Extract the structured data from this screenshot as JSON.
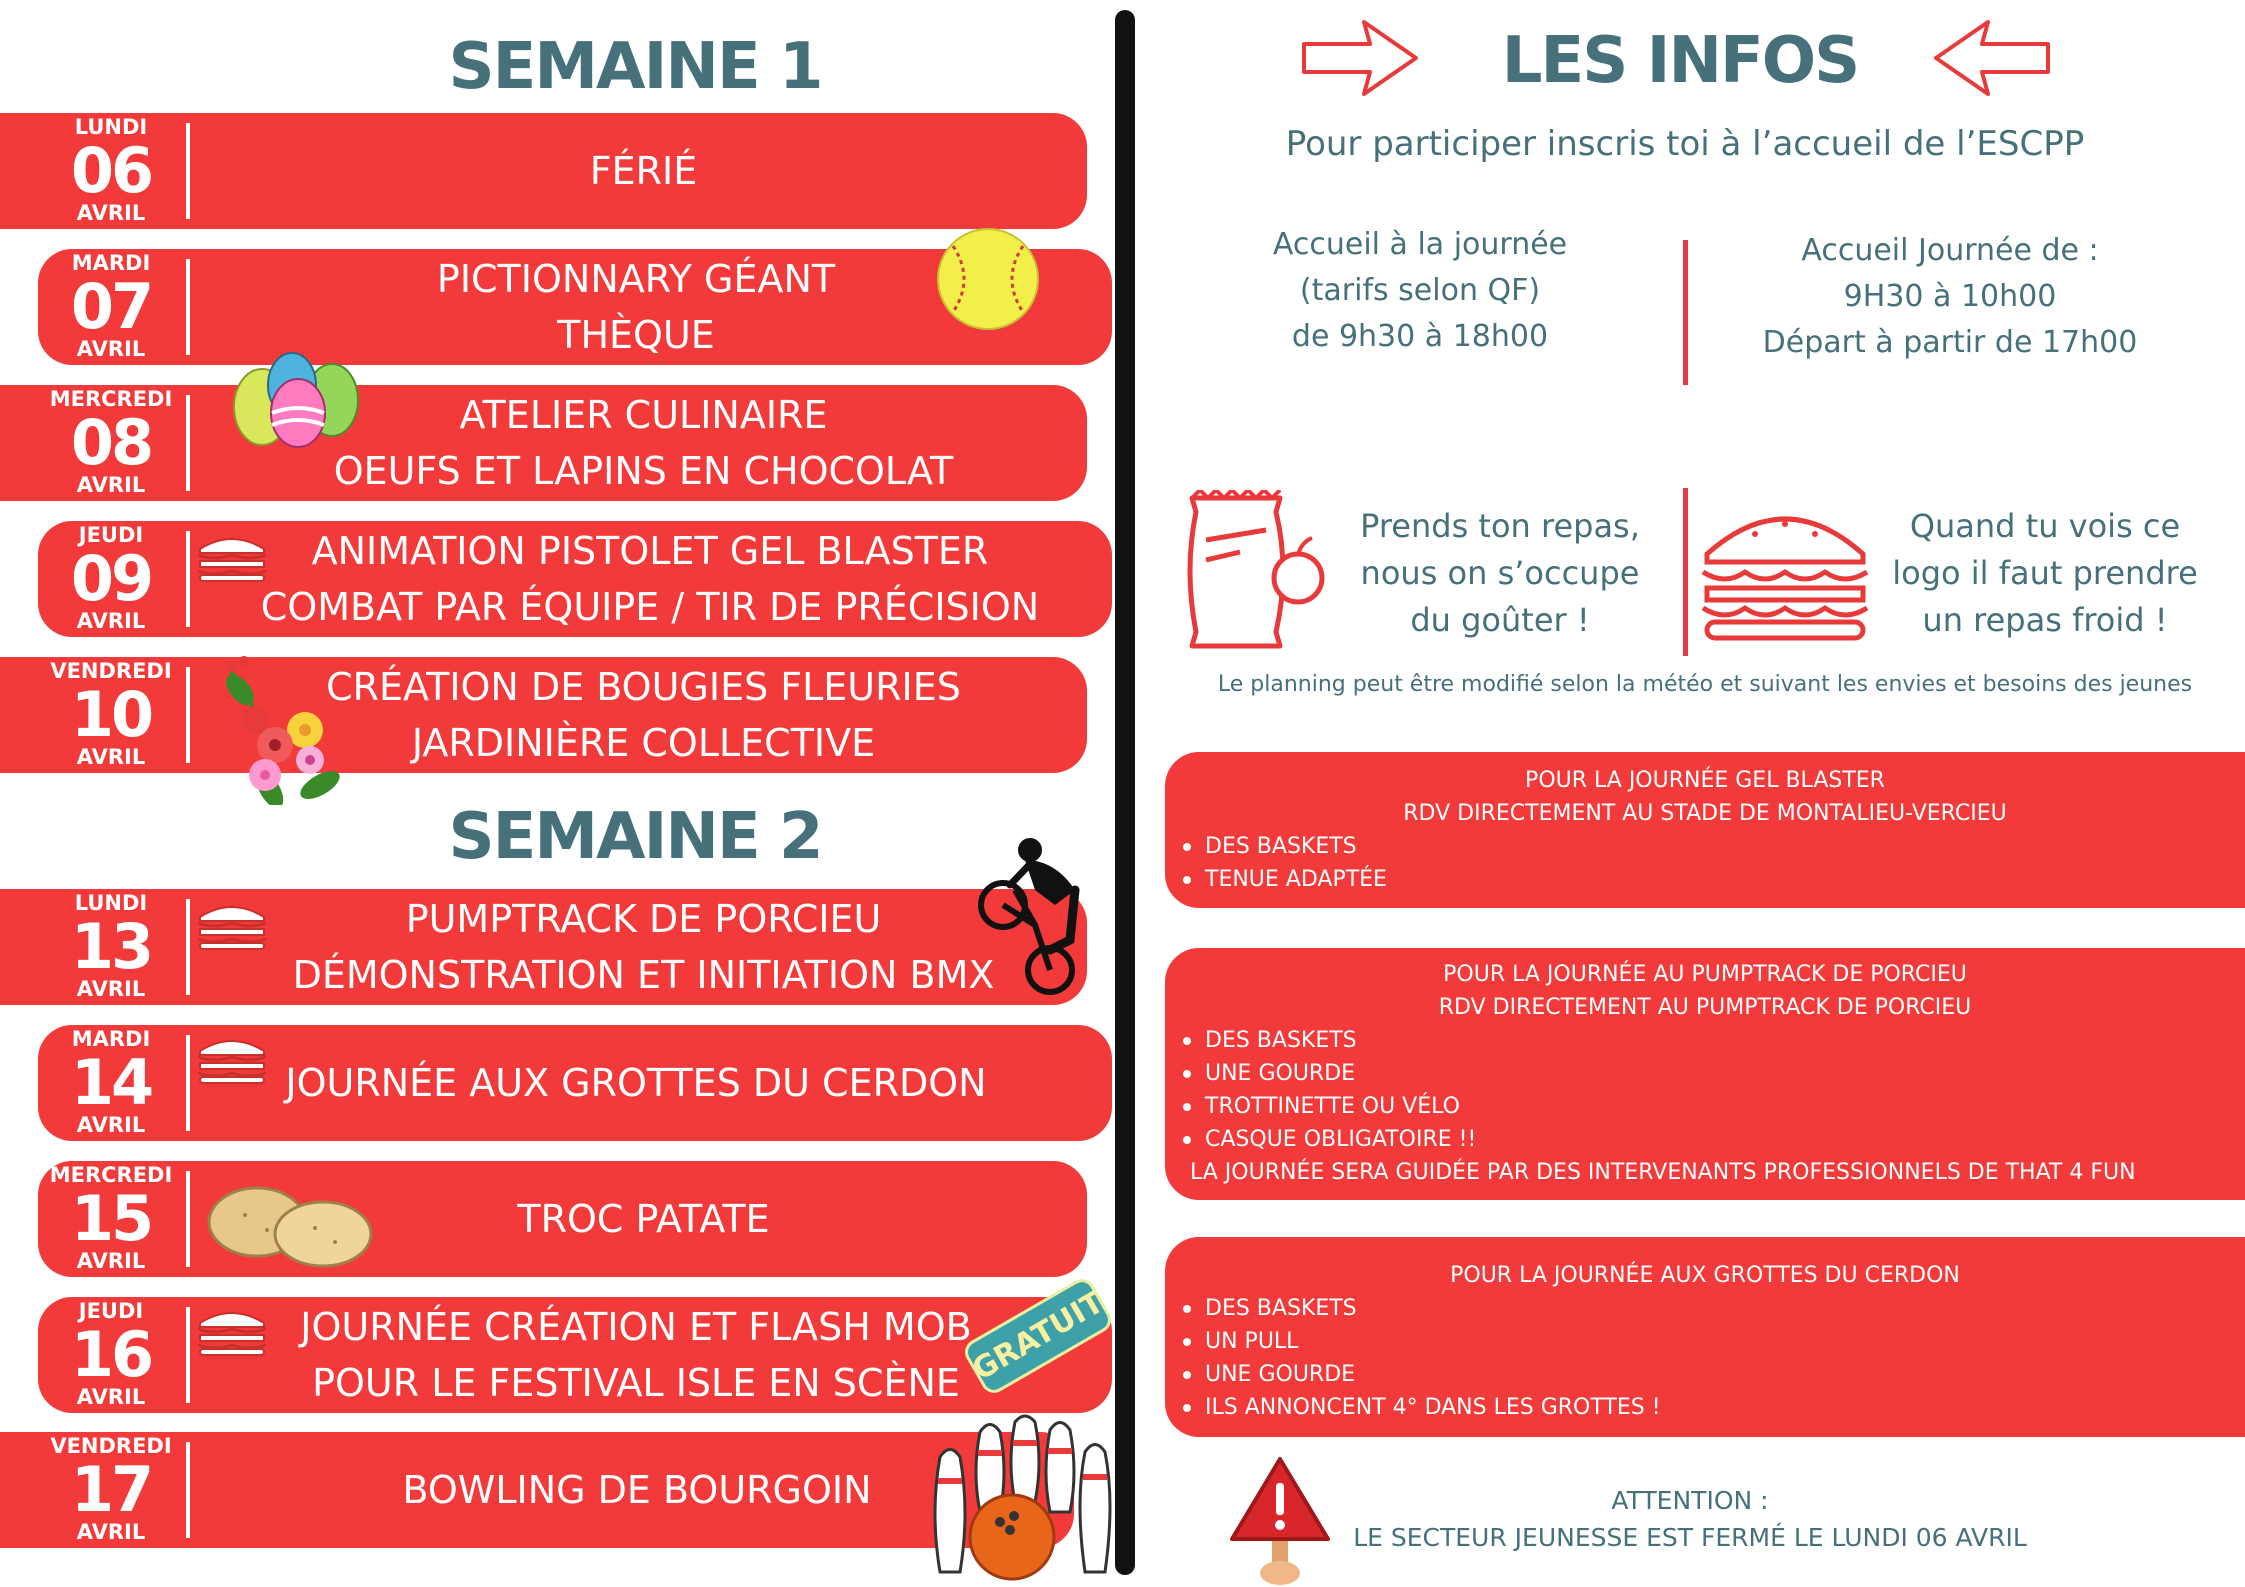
{
  "semaine1": {
    "title": "SEMAINE 1",
    "days": [
      {
        "dayname": "LUNDI",
        "daynum": "06",
        "month": "AVRIL",
        "lines": [
          "FÉRIÉ"
        ]
      },
      {
        "dayname": "MARDI",
        "daynum": "07",
        "month": "AVRIL",
        "lines": [
          "PICTIONNARY GÉANT",
          "THÈQUE"
        ]
      },
      {
        "dayname": "MERCREDI",
        "daynum": "08",
        "month": "AVRIL",
        "lines": [
          "ATELIER CULINAIRE",
          "OEUFS ET LAPINS EN CHOCOLAT"
        ]
      },
      {
        "dayname": "JEUDI",
        "daynum": "09",
        "month": "AVRIL",
        "lines": [
          "ANIMATION PISTOLET GEL BLASTER",
          "COMBAT PAR ÉQUIPE / TIR DE PRÉCISION"
        ]
      },
      {
        "dayname": "VENDREDI",
        "daynum": "10",
        "month": "AVRIL",
        "lines": [
          "CRÉATION DE BOUGIES FLEURIES",
          "JARDINIÈRE COLLECTIVE"
        ]
      }
    ]
  },
  "semaine2": {
    "title": "SEMAINE 2",
    "days": [
      {
        "dayname": "LUNDI",
        "daynum": "13",
        "month": "AVRIL",
        "lines": [
          "PUMPTRACK DE PORCIEU",
          "DÉMONSTRATION ET INITIATION BMX"
        ]
      },
      {
        "dayname": "MARDI",
        "daynum": "14",
        "month": "AVRIL",
        "lines": [
          "JOURNÉE AUX GROTTES DU CERDON"
        ]
      },
      {
        "dayname": "MERCREDI",
        "daynum": "15",
        "month": "AVRIL",
        "lines": [
          "TROC PATATE"
        ]
      },
      {
        "dayname": "JEUDI",
        "daynum": "16",
        "month": "AVRIL",
        "lines": [
          "JOURNÉE CRÉATION ET FLASH MOB",
          "POUR LE FESTIVAL ISLE EN SCÈNE"
        ]
      },
      {
        "dayname": "VENDREDI",
        "daynum": "17",
        "month": "AVRIL",
        "lines": [
          "BOWLING DE BOURGOIN"
        ]
      }
    ]
  },
  "badge": "GRATUIT",
  "infos": {
    "title": "LES INFOS",
    "subtitle": "Pour participer inscris toi à l’accueil de l’ESCPP",
    "left_col": [
      "Accueil à la journée",
      "(tarifs selon QF)",
      "de 9h30 à 18h00"
    ],
    "right_col": [
      "Accueil Journée de :",
      "9H30 à 10h00",
      "Départ à partir de 17h00"
    ],
    "repas": [
      "Prends ton repas,",
      "nous on s’occupe",
      "du goûter !"
    ],
    "logo": [
      "Quand tu vois ce",
      "logo il faut prendre",
      "un repas froid !"
    ],
    "note": "Le planning peut être modifié selon la météo et suivant les envies et besoins des jeunes"
  },
  "boxes": [
    {
      "header": [
        "POUR LA JOURNÉE GEL BLASTER",
        "RDV DIRECTEMENT AU STADE DE MONTALIEU-VERCIEU"
      ],
      "items": [
        "DES BASKETS",
        "TENUE ADAPTÉE"
      ],
      "footer": ""
    },
    {
      "header": [
        "POUR LA JOURNÉE AU PUMPTRACK DE PORCIEU",
        "RDV DIRECTEMENT AU PUMPTRACK DE PORCIEU"
      ],
      "items": [
        "DES BASKETS",
        "UNE GOURDE",
        "TROTTINETTE OU VÉLO",
        "CASQUE OBLIGATOIRE !!"
      ],
      "footer": "LA JOURNÉE SERA GUIDÉE PAR DES INTERVENANTS PROFESSIONNELS DE THAT 4 FUN"
    },
    {
      "header": [
        "POUR LA JOURNÉE AUX GROTTES DU CERDON"
      ],
      "items": [
        "DES BASKETS",
        "UN PULL",
        "UNE GOURDE",
        "ILS ANNONCENT 4° DANS LES GROTTES !"
      ],
      "footer": ""
    }
  ],
  "attention": {
    "title": "ATTENTION :",
    "text": "LE SECTEUR JEUNESSE EST FERMÉ LE LUNDI 06 AVRIL"
  },
  "colors": {
    "red": "#f23a3a",
    "teal": "#46707a",
    "dark": "#111111"
  }
}
